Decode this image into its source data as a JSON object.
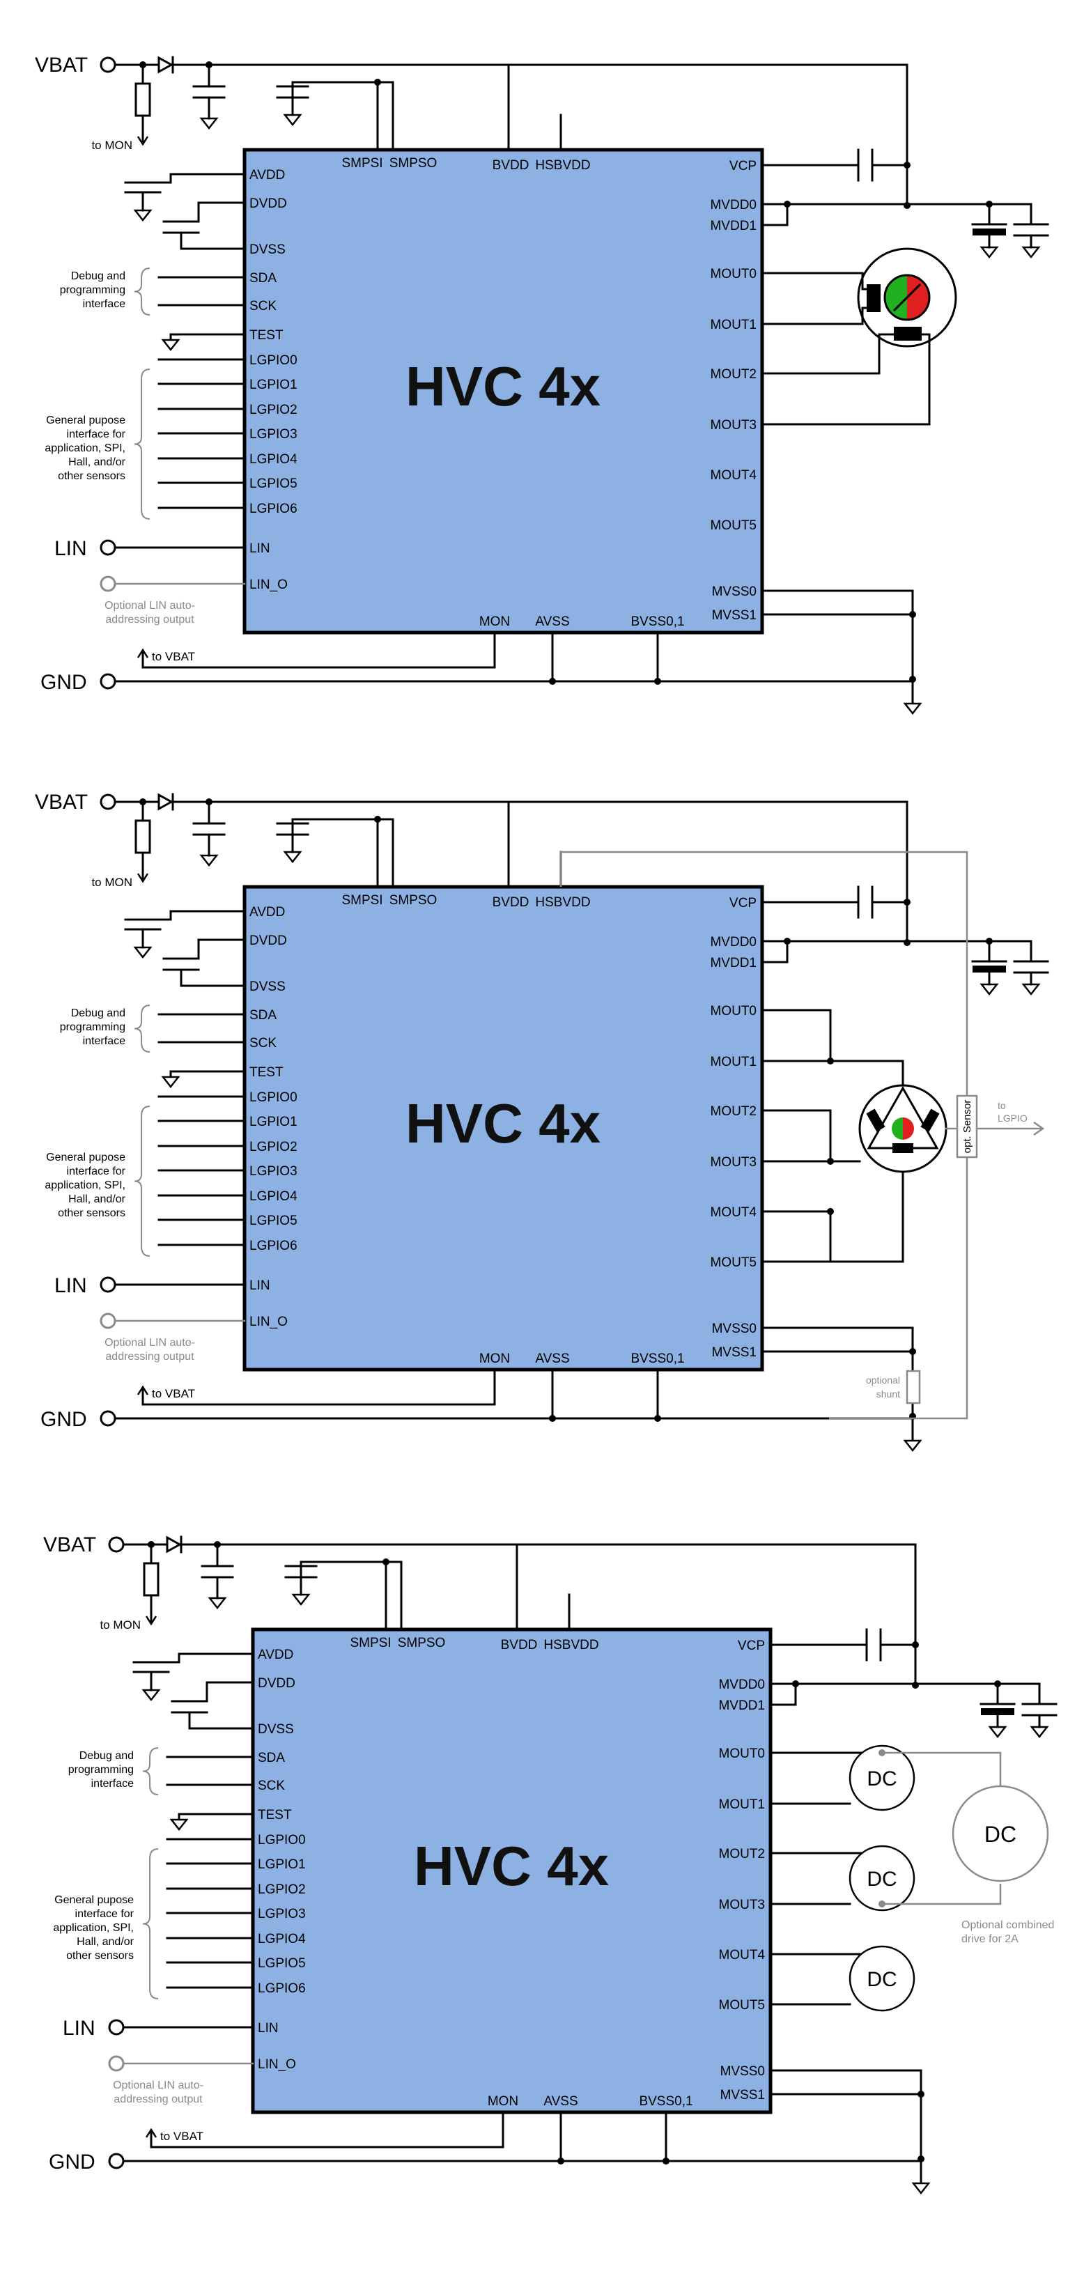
{
  "colors": {
    "chip_fill": "#8db1e3",
    "chip_stroke": "#000000",
    "wire": "#000000",
    "gray": "#8a8a8a",
    "motor_red": "#e02020",
    "motor_green": "#20b020"
  },
  "chip": {
    "title": "HVC 4x",
    "top_pins": [
      "SMPSI",
      "SMPSO",
      "BVDD",
      "HSBVDD"
    ],
    "left_pins": [
      "AVDD",
      "DVDD",
      "DVSS",
      "SDA",
      "SCK",
      "TEST",
      "LGPIO0",
      "LGPIO1",
      "LGPIO2",
      "LGPIO3",
      "LGPIO4",
      "LGPIO5",
      "LGPIO6",
      "LIN",
      "LIN_O"
    ],
    "right_pins": [
      "VCP",
      "MVDD0",
      "MVDD1",
      "MOUT0",
      "MOUT1",
      "MOUT2",
      "MOUT3",
      "MOUT4",
      "MOUT5",
      "MVSS0",
      "MVSS1"
    ],
    "bottom_pins": [
      "MON",
      "AVSS",
      "BVSS0,1"
    ]
  },
  "external": {
    "vbat": "VBAT",
    "lin": "LIN",
    "gnd": "GND",
    "to_mon": "to MON",
    "to_vbat": "to VBAT",
    "debug_label": [
      "Debug and",
      "programming",
      "interface"
    ],
    "gpio_label": [
      "General pupose",
      "interface for",
      "application, SPI,",
      "Hall, and/or",
      "other sensors"
    ],
    "lin_o_label": [
      "Optional LIN auto-",
      "addressing output"
    ]
  },
  "diagram2": {
    "sensor": "opt. Sensor",
    "to_lgpio": [
      "to",
      "LGPIO"
    ],
    "shunt": [
      "optional",
      "shunt"
    ]
  },
  "diagram3": {
    "dc": "DC",
    "combined": [
      "Optional combined",
      "drive for 2A"
    ]
  }
}
